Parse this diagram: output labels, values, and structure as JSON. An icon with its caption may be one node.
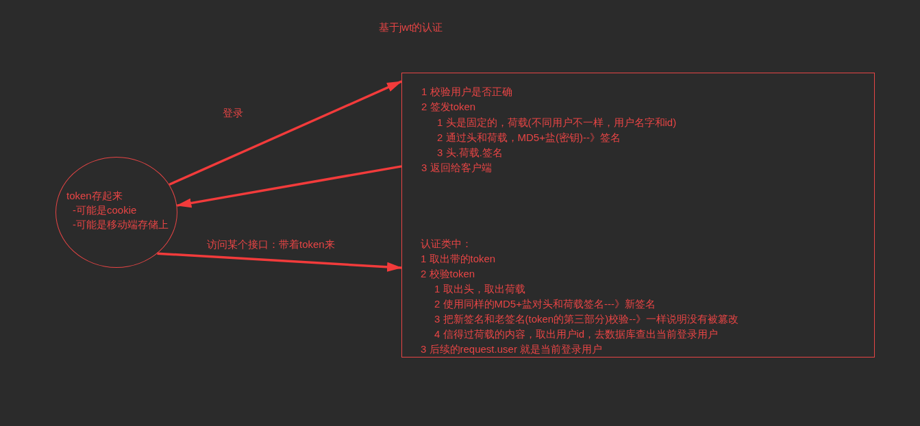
{
  "diagram": {
    "title": "基于jwt的认证",
    "nodes": [
      {
        "text": [
          "token存起来",
          "-可能是cookie",
          "-可能是移动端存储上"
        ]
      },
      {
        "text": [
          "1 校验用户是否正确",
          "2 签发token",
          "1 头是固定的，荷载(不同用户不一样，用户名字和id)",
          "2 通过头和荷载，MD5+盐(密钥)--》签名",
          "3 头.荷载.签名",
          "3 返回给客户端",
          "认证类中：",
          "1 取出带的token",
          "2 校验token",
          "1 取出头，取出荷载",
          "2 使用同样的MD5+盐对头和荷载签名---》新签名",
          "3 把新签名和老签名(token的第三部分)校验--》一样说明没有被篡改",
          "4 信得过荷载的内容，取出用户id，去数据库查出当前登录用户",
          "3 后续的request.user 就是当前登录用户"
        ]
      }
    ],
    "edges": [
      {
        "from": 0,
        "to": 1,
        "arrow": "to",
        "label": "登录"
      },
      {
        "from": 1,
        "to": 0,
        "arrow": "to"
      },
      {
        "from": 0,
        "to": 1,
        "arrow": "to",
        "label": "访问某个接口：带着token来"
      }
    ]
  }
}
